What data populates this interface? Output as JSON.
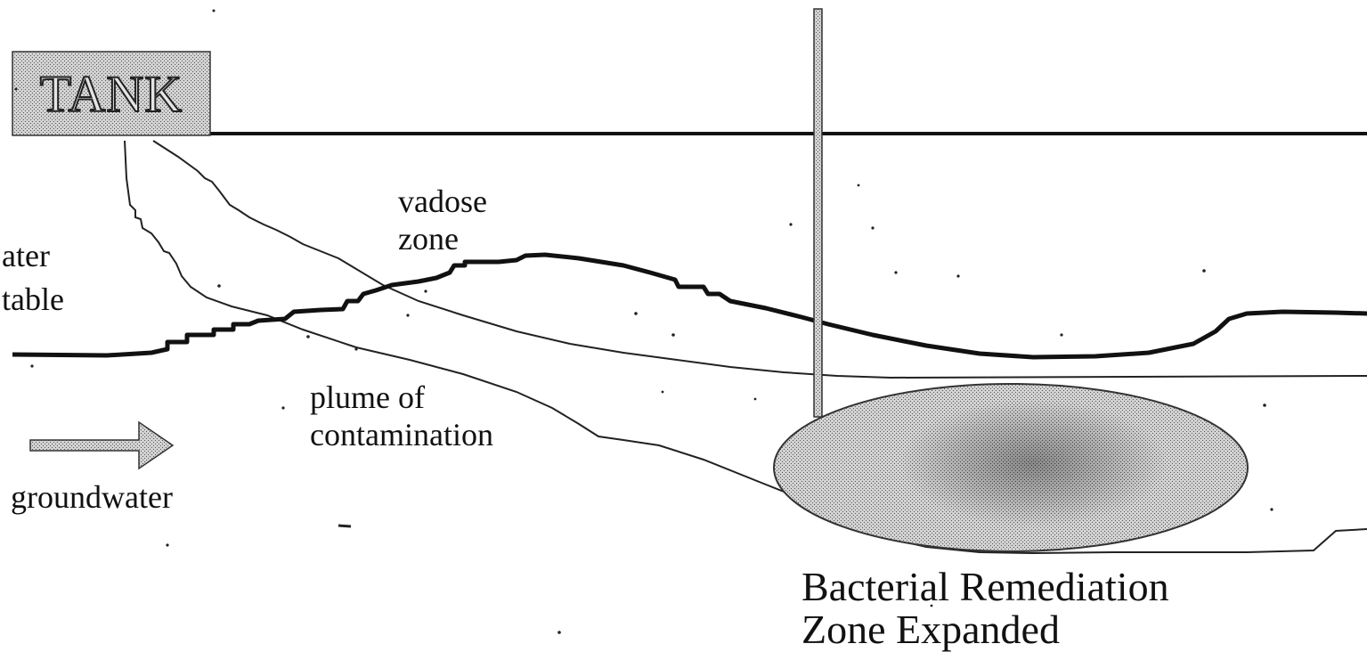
{
  "diagram": {
    "tank_label": "TANK",
    "water_table_line1": "ater",
    "water_table_line2": "table",
    "vadose_line1": "vadose",
    "vadose_line2": "zone",
    "plume_line1": "plume of",
    "plume_line2": "contamination",
    "groundwater_label": "groundwater",
    "remediation_line1": "Bacterial Remediation",
    "remediation_line2": "Zone Expanded"
  }
}
